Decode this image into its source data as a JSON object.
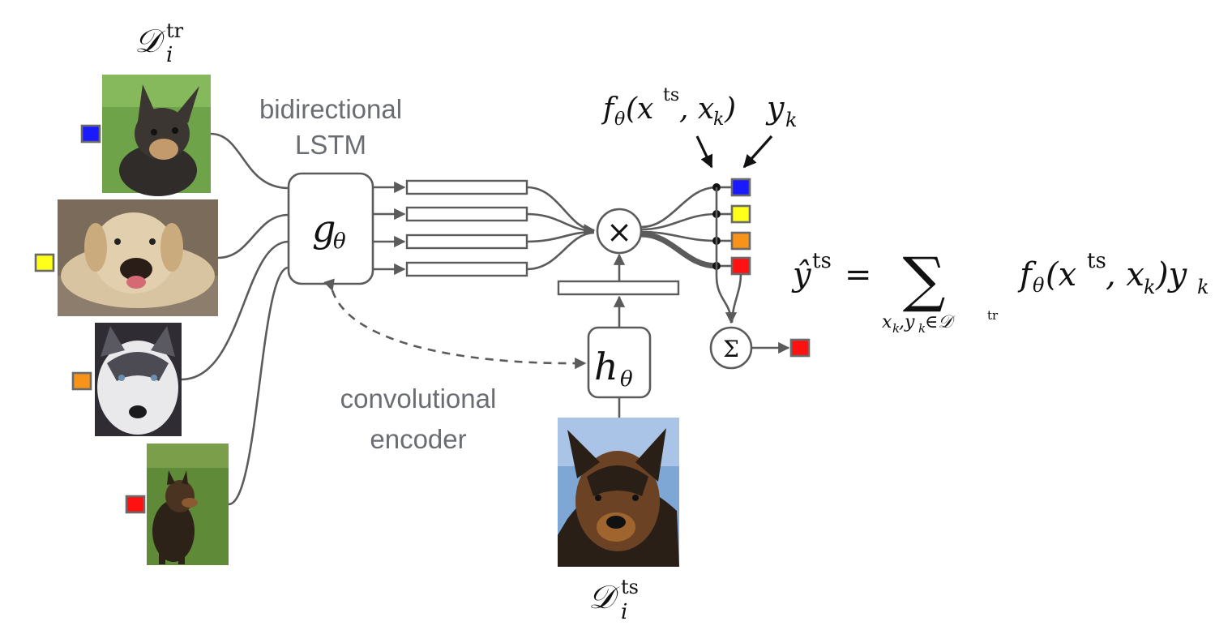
{
  "labels": {
    "train_set_base": "𝒟",
    "train_set_sub": "i",
    "train_set_sup": "tr",
    "test_set_base": "𝒟",
    "test_set_sub": "i",
    "test_set_sup": "ts",
    "lstm_line1": "bidirectional",
    "lstm_line2": "LSTM",
    "encoder_line1": "convolutional",
    "encoder_line2": "encoder",
    "g_theta_base": "g",
    "g_theta_sub": "θ",
    "h_theta_base": "h",
    "h_theta_sub": "θ",
    "multiply_symbol": "×",
    "sum_symbol": "Σ",
    "f_label": "f",
    "f_label_sub": "θ",
    "f_label_args": "(x",
    "f_label_sup": "ts",
    "f_label_rest": ", x",
    "f_label_sub_k": "k",
    "f_label_close": ")",
    "y_label_base": "y",
    "y_label_sub": "k"
  },
  "equation": {
    "lhs_base": "ŷ",
    "lhs_sup": "ts",
    "equals": "=",
    "sum_symbol": "∑",
    "sum_under": "x",
    "sum_under_k1": "k",
    "sum_under_mid": ",y",
    "sum_under_k2": "k",
    "sum_under_in": "∈𝒟",
    "sum_under_sup": "tr",
    "rhs_f": "f",
    "rhs_f_sub": "θ",
    "rhs_open": "(x",
    "rhs_sup": "ts",
    "rhs_mid": ", x",
    "rhs_sub_k": "k",
    "rhs_close": ")y",
    "rhs_sub_k2": "k"
  },
  "class_colors": {
    "class_1": "#1a1aff",
    "class_2": "#ffff1a",
    "class_3": "#f79319",
    "class_4": "#ff1111"
  },
  "images": [
    {
      "name": "chihuahua-photo",
      "subject": "small black and tan dog on grass",
      "class": "class_1"
    },
    {
      "name": "labrador-photo",
      "subject": "yellow labrador lying down",
      "class": "class_2"
    },
    {
      "name": "husky-photo",
      "subject": "husky face",
      "class": "class_3"
    },
    {
      "name": "german-shepherd-photo",
      "subject": "german shepherd standing on grass",
      "class": "class_4"
    },
    {
      "name": "query-german-shepherd-photo",
      "subject": "german shepherd head against sky",
      "class": "query"
    }
  ]
}
